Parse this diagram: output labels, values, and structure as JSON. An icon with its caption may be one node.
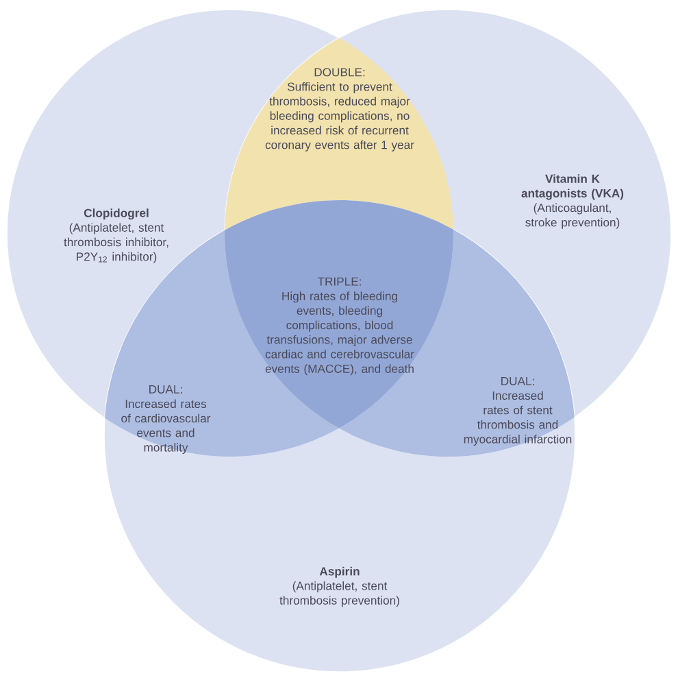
{
  "diagram": {
    "nodes": [
      {
        "text": [
          "Clopidogrel",
          "(Antiplatelet, stent thrombosis inhibitor, P2Y$_{12}$ inhibitor)"
        ]
      },
      {
        "text": [
          "Vitamin K antagonists (VKA)",
          "(Anticoagulant, stroke prevention)"
        ]
      },
      {
        "text": [
          "Aspirin",
          "(Antiplatelet, stent thrombosis prevention)"
        ]
      },
      {
        "text": [
          "DOUBLE:",
          "Sufficient to prevent thrombosis, reduced major bleeding complications, no increased risk of recurrent coronary events after 1 year"
        ]
      },
      {
        "text": [
          "TRIPLE:",
          "High rates of bleeding events, bleeding complications, blood transfusions, major adverse cardiac and cerebrovascular events (MACCE), and death"
        ]
      },
      {
        "text": [
          "DUAL:",
          "Increased rates of cardiovascular events and mortality"
        ]
      },
      {
        "text": [
          "DUAL:",
          "Increased rates of stent thrombosis and myocardial infarction"
        ]
      }
    ]
  }
}
